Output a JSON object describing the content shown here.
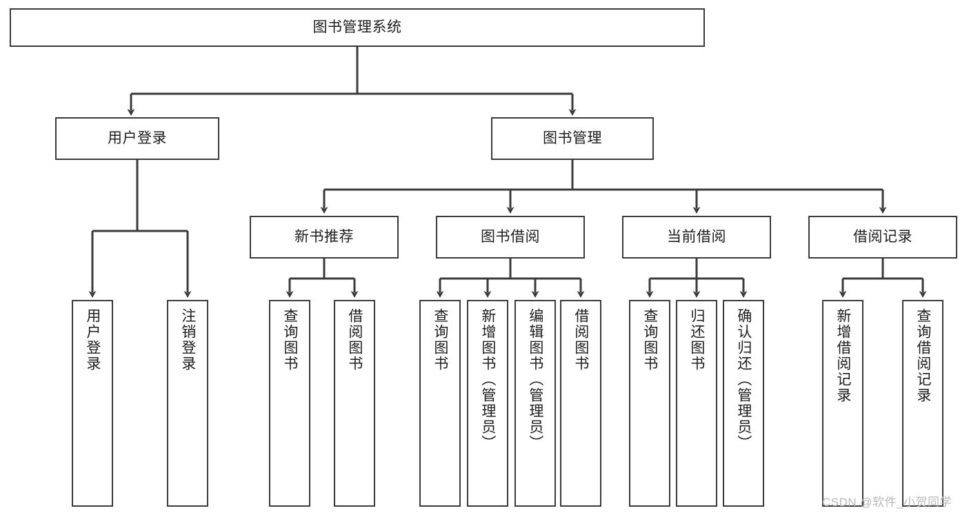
{
  "diagram": {
    "type": "tree",
    "title_node": {
      "id": "root",
      "label": "图书管理系统"
    },
    "level2": [
      {
        "id": "login",
        "label": "用户登录"
      },
      {
        "id": "bookmgmt",
        "label": "图书管理"
      }
    ],
    "level3": [
      {
        "id": "newbook",
        "label": "新书推荐",
        "parent": "bookmgmt"
      },
      {
        "id": "borrow",
        "label": "图书借阅",
        "parent": "bookmgmt"
      },
      {
        "id": "current",
        "label": "当前借阅",
        "parent": "bookmgmt"
      },
      {
        "id": "records",
        "label": "借阅记录",
        "parent": "bookmgmt"
      }
    ],
    "leaves": [
      {
        "id": "leaf-user-login",
        "label": "用户登录",
        "parent": "login"
      },
      {
        "id": "leaf-user-logout",
        "label": "注销登录",
        "parent": "login"
      },
      {
        "id": "leaf-newbook-query",
        "label": "查询图书",
        "parent": "newbook"
      },
      {
        "id": "leaf-newbook-borrow",
        "label": "借阅图书",
        "parent": "newbook"
      },
      {
        "id": "leaf-borrow-query",
        "label": "查询图书",
        "parent": "borrow"
      },
      {
        "id": "leaf-borrow-add",
        "label": "新增图书（管理员）",
        "parent": "borrow"
      },
      {
        "id": "leaf-borrow-edit",
        "label": "编辑图书（管理员）",
        "parent": "borrow"
      },
      {
        "id": "leaf-borrow-lend",
        "label": "借阅图书",
        "parent": "borrow"
      },
      {
        "id": "leaf-current-query",
        "label": "查询图书",
        "parent": "current"
      },
      {
        "id": "leaf-current-return",
        "label": "归还图书",
        "parent": "current"
      },
      {
        "id": "leaf-current-confirm",
        "label": "确认归还（管理员）",
        "parent": "current"
      },
      {
        "id": "leaf-records-add",
        "label": "新增借阅记录",
        "parent": "records"
      },
      {
        "id": "leaf-records-query",
        "label": "查询借阅记录",
        "parent": "records"
      }
    ]
  },
  "watermark": {
    "text": "CSDN @软件_小贺同学"
  },
  "colors": {
    "stroke": "#3a3a3a",
    "text": "#1d1d1d",
    "background": "#ffffff",
    "watermark": "#b9b9b9"
  }
}
